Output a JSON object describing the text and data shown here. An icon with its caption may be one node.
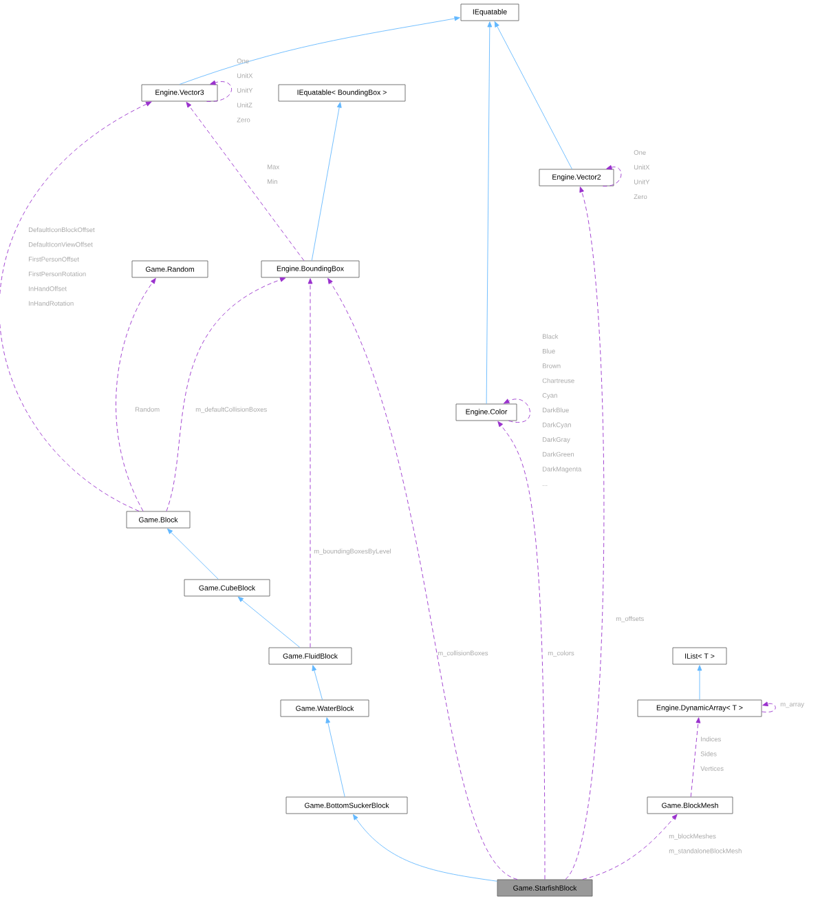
{
  "diagram": {
    "nodes": [
      {
        "text": [
          "IEquatable"
        ]
      },
      {
        "text": [
          "Engine.Vector3"
        ]
      },
      {
        "text": [
          "IEquatable< BoundingBox >"
        ]
      },
      {
        "text": [
          "Engine.Vector2"
        ]
      },
      {
        "text": [
          "Game.Random"
        ]
      },
      {
        "text": [
          "Engine.BoundingBox"
        ]
      },
      {
        "text": [
          "Engine.Color"
        ]
      },
      {
        "text": [
          "Game.Block"
        ]
      },
      {
        "text": [
          "Game.CubeBlock"
        ]
      },
      {
        "text": [
          "Game.FluidBlock"
        ]
      },
      {
        "text": [
          "IList< T >"
        ]
      },
      {
        "text": [
          "Game.WaterBlock"
        ]
      },
      {
        "text": [
          "Engine.DynamicArray< T >"
        ]
      },
      {
        "text": [
          "Game.BottomSuckerBlock"
        ]
      },
      {
        "text": [
          "Game.BlockMesh"
        ]
      },
      {
        "text": [
          "Game.StarfishBlock"
        ]
      }
    ],
    "edges": [
      {
        "from": 1,
        "to": 0,
        "arrow": "to",
        "color": "#63b8ff"
      },
      {
        "from": 3,
        "to": 0,
        "arrow": "to",
        "color": "#63b8ff"
      },
      {
        "from": 6,
        "to": 0,
        "arrow": "to",
        "color": "#63b8ff"
      },
      {
        "from": 5,
        "to": 2,
        "arrow": "to",
        "color": "#63b8ff"
      },
      {
        "from": 8,
        "to": 7,
        "arrow": "to",
        "color": "#63b8ff"
      },
      {
        "from": 9,
        "to": 8,
        "arrow": "to",
        "color": "#63b8ff"
      },
      {
        "from": 11,
        "to": 9,
        "arrow": "to",
        "color": "#63b8ff"
      },
      {
        "from": 13,
        "to": 11,
        "arrow": "to",
        "color": "#63b8ff"
      },
      {
        "from": 12,
        "to": 10,
        "arrow": "to",
        "color": "#63b8ff"
      },
      {
        "from": 15,
        "to": 13,
        "arrow": "to",
        "color": "#63b8ff"
      },
      {
        "from": 1,
        "to": 1,
        "arrow": "to",
        "style": "dashed",
        "label": "One UnitX UnitY UnitZ Zero"
      },
      {
        "from": 7,
        "to": 1,
        "arrow": "to",
        "style": "dashed",
        "label": "DefaultIconBlockOffset DefaultIconViewOffset FirstPersonOffset FirstPersonRotation InHandOffset InHandRotation"
      },
      {
        "from": 5,
        "to": 1,
        "arrow": "to",
        "style": "dashed",
        "label": "Max Min"
      },
      {
        "from": 3,
        "to": 3,
        "arrow": "to",
        "style": "dashed",
        "label": "One UnitX UnitY Zero"
      },
      {
        "from": 7,
        "to": 4,
        "arrow": "to",
        "style": "dashed",
        "label": "Random"
      },
      {
        "from": 7,
        "to": 5,
        "arrow": "to",
        "style": "dashed",
        "label": "m_defaultCollisionBoxes"
      },
      {
        "from": 9,
        "to": 5,
        "arrow": "to",
        "style": "dashed",
        "label": "m_boundingBoxesByLevel"
      },
      {
        "from": 15,
        "to": 5,
        "arrow": "to",
        "style": "dashed",
        "label": "m_collisionBoxes"
      },
      {
        "from": 6,
        "to": 6,
        "arrow": "to",
        "style": "dashed",
        "label": "Black Blue Brown Chartreuse Cyan DarkBlue DarkCyan DarkGray DarkGreen DarkMagenta ..."
      },
      {
        "from": 15,
        "to": 6,
        "arrow": "to",
        "style": "dashed",
        "label": "m_colors"
      },
      {
        "from": 15,
        "to": 3,
        "arrow": "to",
        "style": "dashed",
        "label": "m_offsets"
      },
      {
        "from": 12,
        "to": 12,
        "arrow": "to",
        "style": "dashed",
        "label": "m_array"
      },
      {
        "from": 14,
        "to": 12,
        "arrow": "to",
        "style": "dashed",
        "label": "Indices Sides Vertices"
      },
      {
        "from": 15,
        "to": 14,
        "arrow": "to",
        "style": "dashed",
        "label": "m_blockMeshes m_standaloneBlockMesh"
      }
    ]
  }
}
